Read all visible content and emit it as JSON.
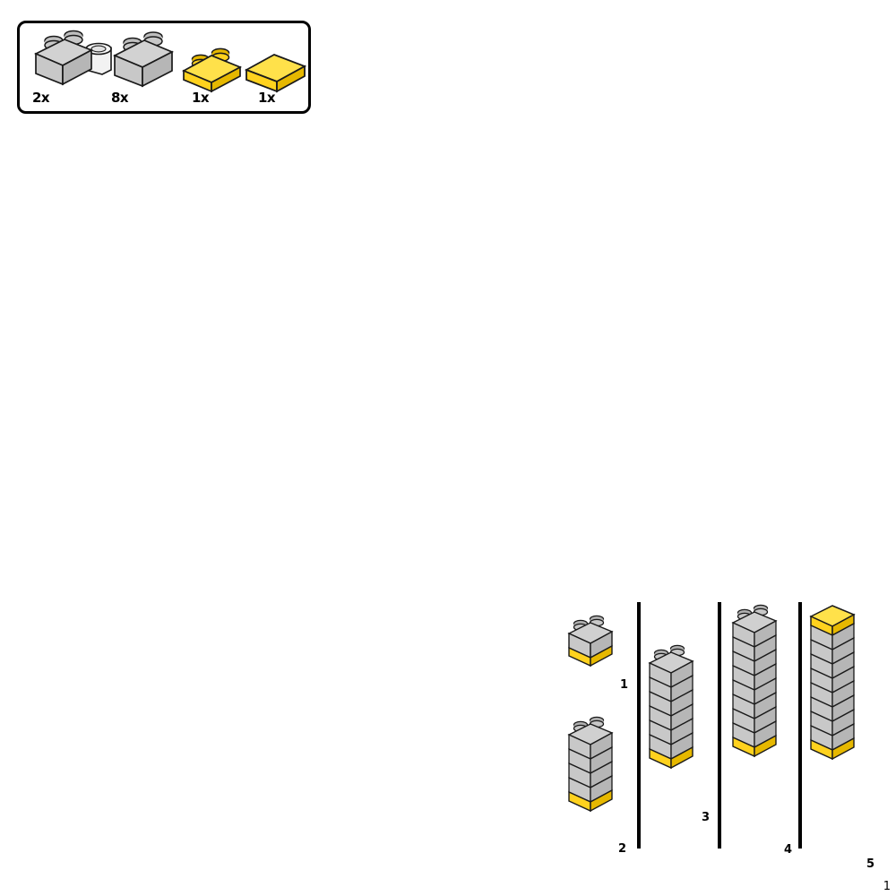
{
  "page": {
    "page_number": "1",
    "background_color": "#ffffff"
  },
  "colors": {
    "brick_gray_front": "#c8c8c8",
    "brick_gray_top": "#bebebe",
    "brick_gray_side": "#b4b4b4",
    "brick_gray_light": "#d8d8d8",
    "stud_gray": "#b0b0b0",
    "yellow_front": "#ffd21e",
    "yellow_top": "#ffe14a",
    "yellow_side": "#e6b800",
    "outline": "#1a1a1a",
    "white_part": "#f2f2f2"
  },
  "parts_list": {
    "box_label": "parts-inventory",
    "items": [
      {
        "id": "brick-1x2-with-bar",
        "icon": "lego-brick-1x2-hinge-gray",
        "color": "gray",
        "quantity": "2x"
      },
      {
        "id": "brick-1x2",
        "icon": "lego-brick-1x2-gray",
        "color": "gray",
        "quantity": "8x"
      },
      {
        "id": "plate-1x2",
        "icon": "lego-plate-1x2-yellow",
        "color": "yellow",
        "quantity": "1x"
      },
      {
        "id": "tile-1x2",
        "icon": "lego-tile-1x2-yellow",
        "color": "yellow",
        "quantity": "1x"
      }
    ]
  },
  "build_steps": [
    {
      "number": "1",
      "gray_bricks": 1,
      "bottom_plate": "yellow",
      "top_tile": "none",
      "studs_visible": true
    },
    {
      "number": "2",
      "gray_bricks": 4,
      "bottom_plate": "yellow",
      "top_tile": "none",
      "studs_visible": true
    },
    {
      "number": "3",
      "gray_bricks": 6,
      "bottom_plate": "yellow",
      "top_tile": "none",
      "studs_visible": true
    },
    {
      "number": "4",
      "gray_bricks": 8,
      "bottom_plate": "yellow",
      "top_tile": "none",
      "studs_visible": true
    },
    {
      "number": "5",
      "gray_bricks": 8,
      "bottom_plate": "yellow",
      "top_tile": "yellow",
      "studs_visible": false
    }
  ],
  "dividers": [
    {
      "id": "divider-1"
    },
    {
      "id": "divider-2"
    },
    {
      "id": "divider-3"
    }
  ]
}
